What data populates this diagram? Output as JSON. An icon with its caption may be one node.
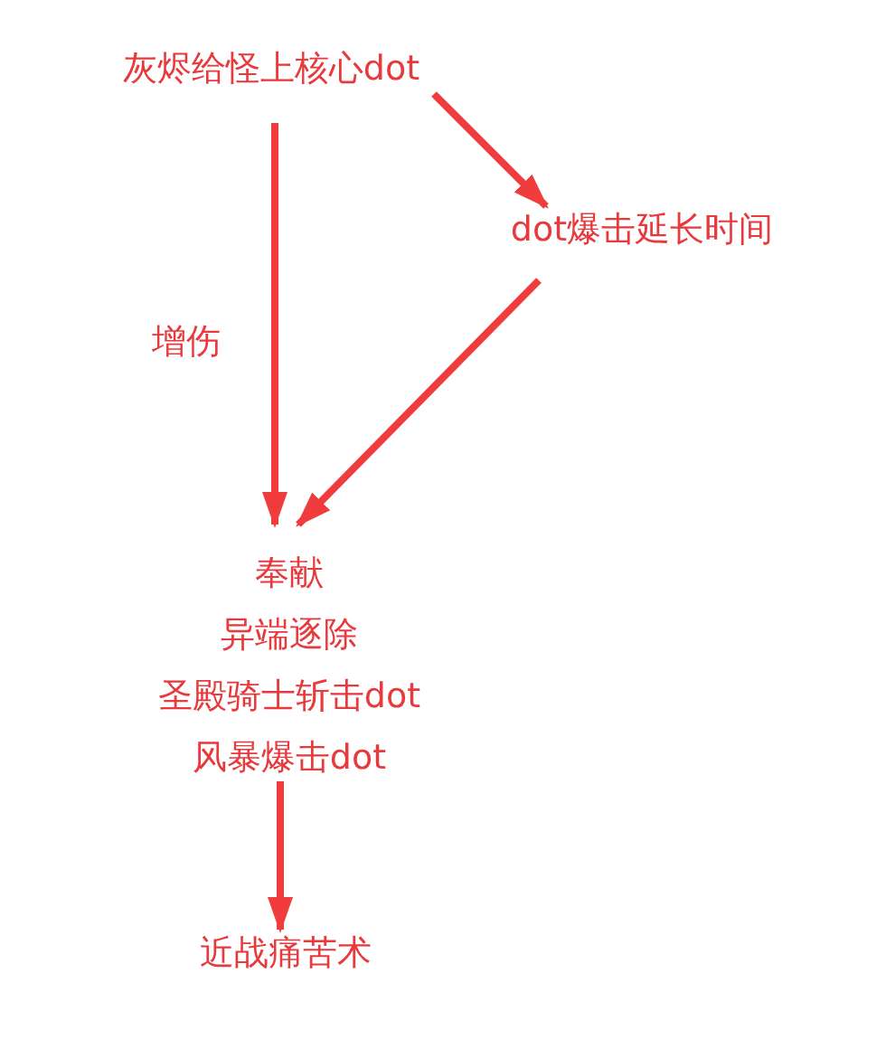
{
  "diagram": {
    "nodes": [
      {
        "text": [
          "灰烬给怪上核心dot"
        ]
      },
      {
        "text": [
          "dot爆击延长时间"
        ]
      },
      {
        "text": [
          "奉献",
          "异端逐除",
          "圣殿骑士斩击dot",
          "风暴爆击dot"
        ]
      },
      {
        "text": [
          "近战痛苦术"
        ]
      }
    ],
    "edges": [
      {
        "from": 0,
        "to": 2,
        "arrow": "to",
        "label": "增伤"
      },
      {
        "from": 0,
        "to": 1,
        "arrow": "to"
      },
      {
        "from": 1,
        "to": 2,
        "arrow": "to"
      },
      {
        "from": 2,
        "to": 3,
        "arrow": "to"
      }
    ]
  }
}
